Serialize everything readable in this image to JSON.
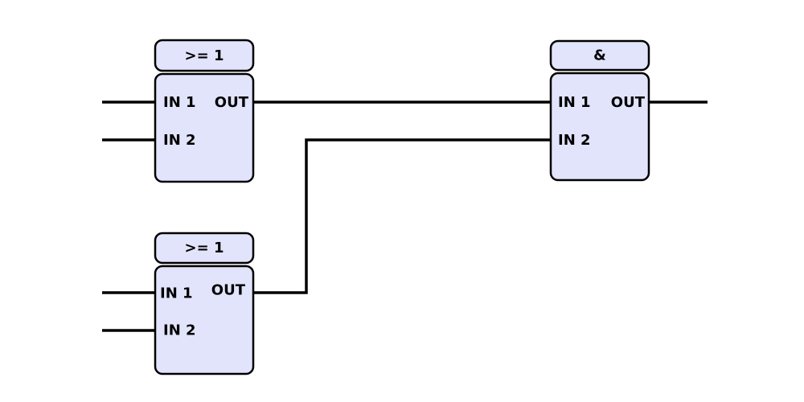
{
  "diagram": {
    "type": "function-block-diagram",
    "colors": {
      "block_fill": "#E2E4FB",
      "block_border": "#000000",
      "wire": "#000000",
      "background": "#FFFFFF",
      "label_text": "#000000"
    },
    "blocks": [
      {
        "id": "or-gate-top",
        "type_label": ">= 1",
        "inputs": [
          "IN 1",
          "IN 2"
        ],
        "output_label": "OUT"
      },
      {
        "id": "or-gate-bottom",
        "type_label": ">= 1",
        "inputs": [
          "IN 1",
          "IN 2"
        ],
        "output_label": "OUT"
      },
      {
        "id": "and-gate",
        "type_label": "&",
        "inputs": [
          "IN 1",
          "IN 2"
        ],
        "output_label": "OUT"
      }
    ],
    "connections": [
      {
        "from": "diagram-input-1",
        "to": "or-gate-top.IN 1"
      },
      {
        "from": "diagram-input-2",
        "to": "or-gate-top.IN 2"
      },
      {
        "from": "diagram-input-3",
        "to": "or-gate-bottom.IN 1"
      },
      {
        "from": "diagram-input-4",
        "to": "or-gate-bottom.IN 2"
      },
      {
        "from": "or-gate-top.OUT",
        "to": "and-gate.IN 1"
      },
      {
        "from": "or-gate-bottom.OUT",
        "to": "and-gate.IN 2"
      },
      {
        "from": "and-gate.OUT",
        "to": "diagram-output-1"
      }
    ]
  }
}
